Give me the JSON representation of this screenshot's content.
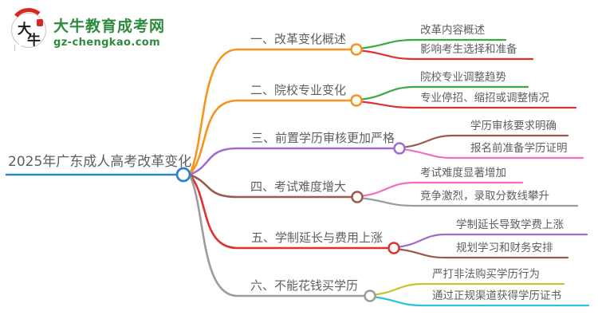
{
  "logo": {
    "icon_char1": "大",
    "icon_char2": "牛",
    "title": "大牛教育成考网",
    "url": "gz-chengkao.com"
  },
  "colors": {
    "blue": "#2a85c7",
    "orange": "#f7941e",
    "green": "#3aa93f",
    "red": "#e03131",
    "purple": "#a16cc9",
    "brown": "#9a5b4d",
    "pink": "#f06ec0",
    "gray": "#9c9c9c",
    "yellow": "#c6c32f",
    "cyan": "#29c4d8",
    "logo_green": "#2e8b3e",
    "text": "#5f5f5f"
  },
  "mindmap": {
    "root": "2025年广东成人高考改革变化",
    "branches": [
      {
        "label": "一、改革变化概述",
        "children": [
          "改革内容概述",
          "影响考生选择和准备"
        ]
      },
      {
        "label": "二、院校专业变化",
        "children": [
          "院校专业调整趋势",
          "专业停招、缩招或调整情况"
        ]
      },
      {
        "label": "三、前置学历审核更加严格",
        "children": [
          "学历审核要求明确",
          "报名前准备学历证明"
        ]
      },
      {
        "label": "四、考试难度增大",
        "children": [
          "考试难度显著增加",
          "竞争激烈，录取分数线攀升"
        ]
      },
      {
        "label": "五、学制延长与费用上涨",
        "children": [
          "学制延长导致学费上涨",
          "规划学习和财务安排"
        ]
      },
      {
        "label": "六、不能花钱买学历",
        "children": [
          "严打非法购买学历行为",
          "通过正规渠道获得学历证书"
        ]
      }
    ]
  }
}
